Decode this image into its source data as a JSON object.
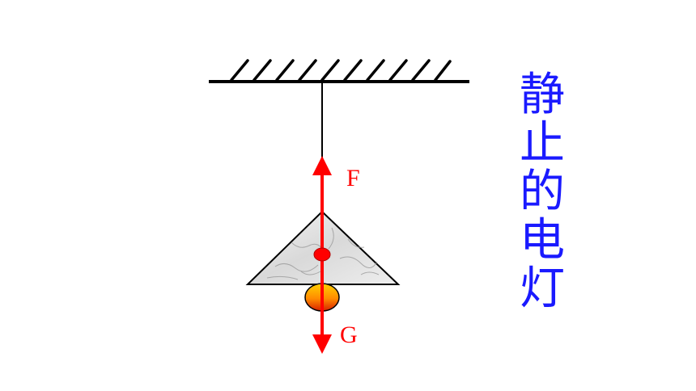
{
  "title_chars": [
    "静",
    "止",
    "的",
    "电",
    "灯"
  ],
  "labels": {
    "force_up": "F",
    "force_down": "G"
  },
  "colors": {
    "force": "#ff0000",
    "title": "#1a1aff",
    "structure": "#000000",
    "bulb_top": "#ffd000",
    "bulb_bottom": "#e03000"
  }
}
